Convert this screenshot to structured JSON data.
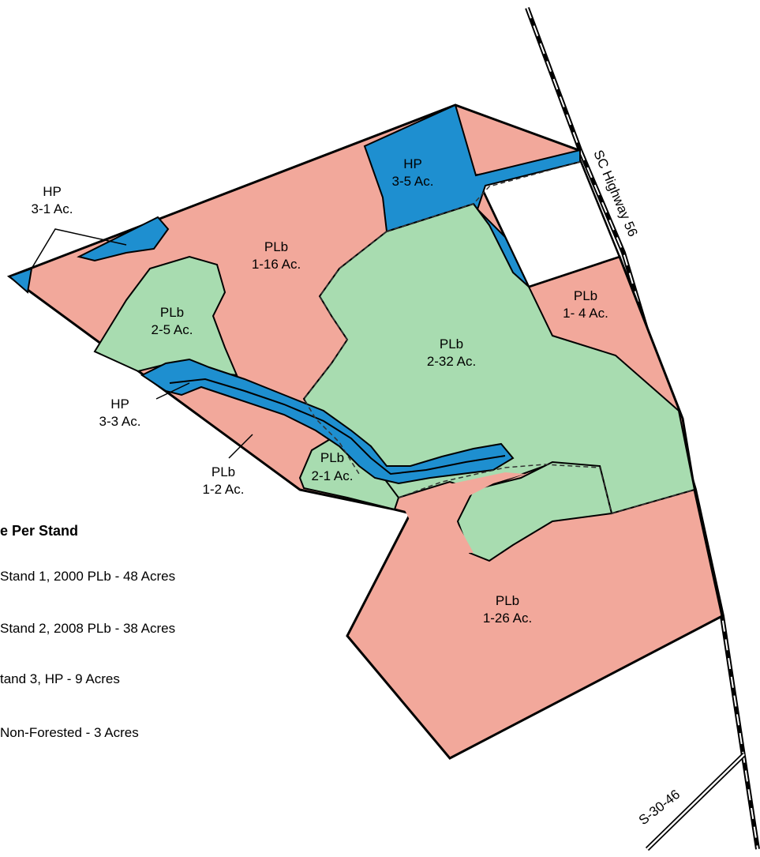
{
  "map": {
    "road_highway": "SC Highway 56",
    "road_secondary": "S-30-46",
    "colors": {
      "plb_2000": "#f2a89b",
      "plb_2008": "#a8dcb0",
      "hp": "#1e8fd0",
      "non_forested": "#ffffff",
      "boundary": "#000000"
    },
    "stands": [
      {
        "name": "PLb",
        "label": "1-16 Ac."
      },
      {
        "name": "PLb",
        "label": "2-5 Ac."
      },
      {
        "name": "PLb",
        "label": "2-32 Ac."
      },
      {
        "name": "PLb",
        "label": "1- 4 Ac."
      },
      {
        "name": "PLb",
        "label": "2-1 Ac."
      },
      {
        "name": "PLb",
        "label": "1-2 Ac."
      },
      {
        "name": "PLb",
        "label": "1-26 Ac."
      },
      {
        "name": "HP",
        "label": "3-1 Ac."
      },
      {
        "name": "HP",
        "label": "3-5 Ac."
      },
      {
        "name": "HP",
        "label": "3-3 Ac."
      }
    ]
  },
  "legend": {
    "title": "e Per Stand",
    "items": [
      "Stand 1, 2000 PLb - 48 Acres",
      "Stand 2, 2008 PLb - 38 Acres",
      "tand 3, HP - 9 Acres",
      "Non-Forested - 3 Acres"
    ]
  }
}
